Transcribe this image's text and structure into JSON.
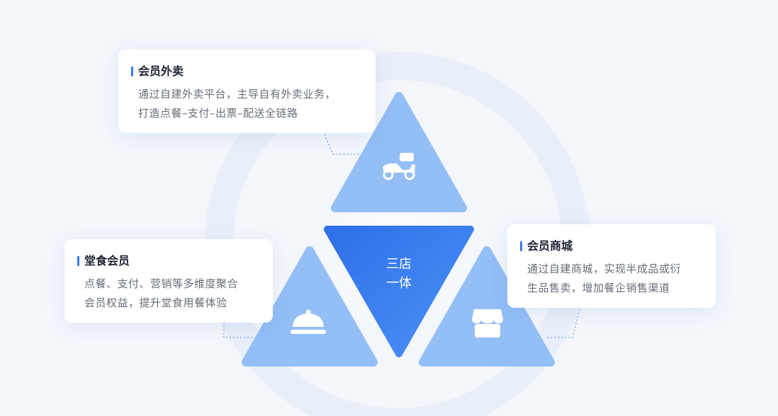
{
  "center": {
    "line1": "三店",
    "line2": "一体"
  },
  "cards": [
    {
      "key": "takeout",
      "title": "会员外卖",
      "desc_line1": "通过自建外卖平台，主导自有外卖业务，",
      "desc_line2": "打造点餐–支付–出票–配送全链路",
      "icon": "scooter-icon"
    },
    {
      "key": "dine_in",
      "title": "堂食会员",
      "desc_line1": "点餐、支付、营销等多维度聚合",
      "desc_line2": "会员权益，提升堂食用餐体验",
      "icon": "food-cloche-icon"
    },
    {
      "key": "mall",
      "title": "会员商城",
      "desc_line1": "通过自建商城，实现半成品或衍",
      "desc_line2": "生品售卖，增加餐企销售渠道",
      "icon": "storefront-icon"
    }
  ],
  "colors": {
    "accent": "#3a7af0",
    "triangle_light": "#93bef6",
    "triangle_center_start": "#2f6fe8",
    "triangle_center_end": "#4b92f7"
  }
}
